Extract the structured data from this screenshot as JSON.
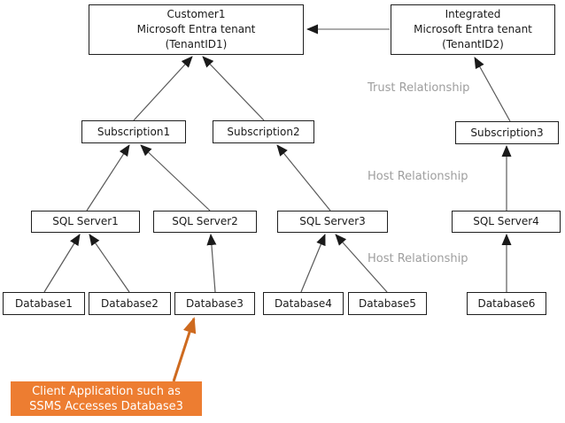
{
  "nodes": {
    "customer_tenant": {
      "line1": "Customer1",
      "line2": "Microsoft Entra tenant",
      "line3": "(TenantID1)"
    },
    "integrated_tenant": {
      "line1": "Integrated",
      "line2": "Microsoft Entra tenant",
      "line3": "(TenantID2)"
    },
    "subscription1": {
      "label": "Subscription1"
    },
    "subscription2": {
      "label": "Subscription2"
    },
    "subscription3": {
      "label": "Subscription3"
    },
    "sql_server1": {
      "label": "SQL Server1"
    },
    "sql_server2": {
      "label": "SQL Server2"
    },
    "sql_server3": {
      "label": "SQL Server3"
    },
    "sql_server4": {
      "label": "SQL Server4"
    },
    "database1": {
      "label": "Database1"
    },
    "database2": {
      "label": "Database2"
    },
    "database3": {
      "label": "Database3"
    },
    "database4": {
      "label": "Database4"
    },
    "database5": {
      "label": "Database5"
    },
    "database6": {
      "label": "Database6"
    }
  },
  "relationship_labels": {
    "trust": "Trust Relationship",
    "host_upper": "Host Relationship",
    "host_lower": "Host Relationship"
  },
  "callout": {
    "line1": "Client Application such as",
    "line2": "SSMS Accesses Database3"
  },
  "colors": {
    "callout_fill": "#ED7D31",
    "callout_arrow": "#CE6A1F",
    "relationship_label_gray": "#9E9E9E",
    "connector_line": "#595959",
    "arrowhead": "#1A1A1A",
    "node_border": "#1F1F1F",
    "node_fill": "#FFFFFF"
  }
}
